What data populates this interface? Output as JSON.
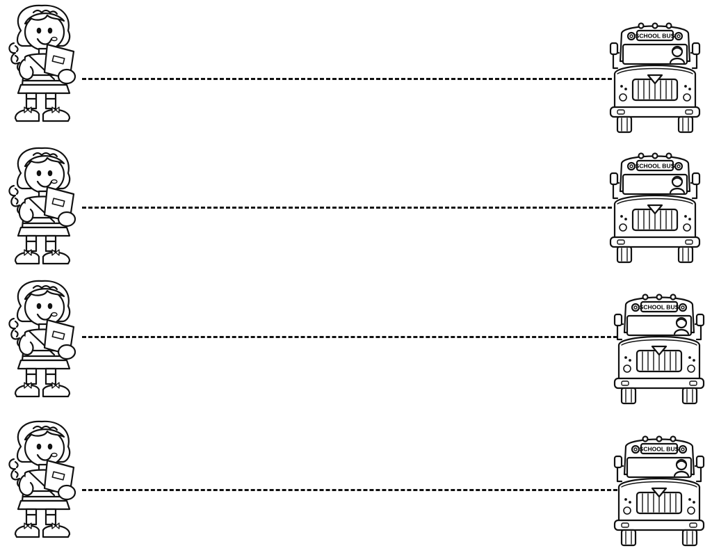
{
  "worksheet": {
    "rows": [
      {
        "id": 1
      },
      {
        "id": 2
      },
      {
        "id": 3
      },
      {
        "id": 4
      }
    ],
    "bus_label": "SCHOOL BUS",
    "icons": {
      "start": "girl-with-book-icon",
      "end": "school-bus-icon"
    },
    "colors": {
      "ink": "#111111",
      "paper": "#ffffff"
    }
  }
}
